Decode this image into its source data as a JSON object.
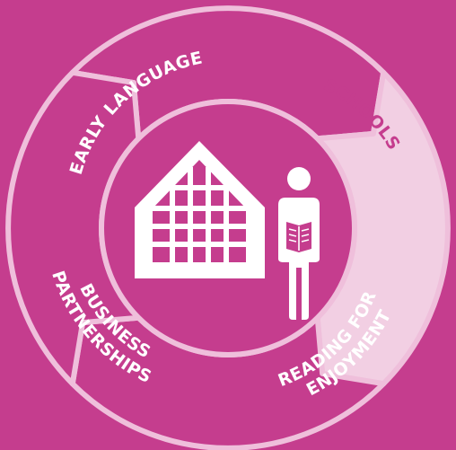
{
  "colors": {
    "background": "#c53d8e",
    "segment_dark": "#c53d8e",
    "segment_light": "#f2cfe3",
    "outline": "#efbfdb",
    "white": "#ffffff"
  },
  "segments": [
    {
      "id": "early-language",
      "lines": [
        "EARLY LANGUAGE"
      ],
      "highlighted": false
    },
    {
      "id": "schools",
      "lines": [
        "SCHOOLS"
      ],
      "highlighted": true
    },
    {
      "id": "reading-for-enjoyment",
      "lines": [
        "READING FOR",
        "ENJOYMENT"
      ],
      "highlighted": false
    },
    {
      "id": "business-partnerships",
      "lines": [
        "BUSINESS",
        "PARTNERSHIPS"
      ],
      "highlighted": false
    }
  ],
  "center": {
    "icons": [
      "school-building-icon",
      "child-reading-book-icon"
    ]
  }
}
